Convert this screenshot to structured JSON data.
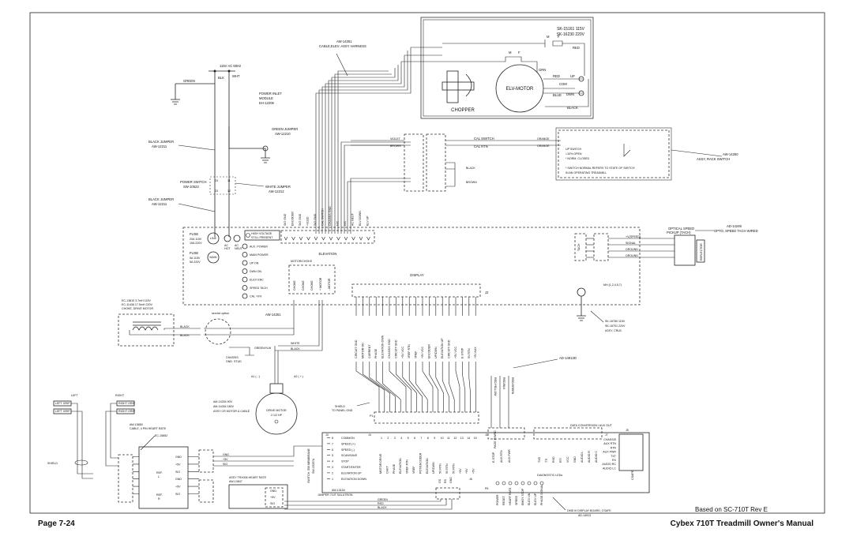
{
  "footer": {
    "page": "Page 7-24",
    "manual": "Cybex 710T Treadmill Owner's Manual",
    "based_on": "Based on SC-710T Rev E"
  },
  "motor_box": {
    "part_numbers": [
      "SK-15161 115V",
      "SK-16230 220V"
    ],
    "elv_motor": "ELV-MOTOR",
    "chopper": "CHOPPER",
    "wires": {
      "m": "M",
      "f": "F",
      "red": "RED",
      "grn": "GRN",
      "com": "COM",
      "blue": "BLUE",
      "black": "BLACK",
      "up": "UP",
      "dwn": "DWN"
    }
  },
  "harness": {
    "part": "AW-14251",
    "desc": "CABLE,ELEV. ASSY HARNESS"
  },
  "power": {
    "ac": "115V AC 60Hz",
    "blk": "BLK",
    "wht": "WHT",
    "green": "GREEN",
    "inlet": [
      "POWER INLET",
      "MODULE",
      "EH-12206"
    ],
    "green_jumper": [
      "GREEN JUMPER",
      "AW-12210"
    ],
    "black_jumper_top": [
      "BLACK JUMPER",
      "AW-12211"
    ],
    "power_switch": [
      "POWER SWITCH",
      "SW-10523"
    ],
    "white_jumper": [
      "WHITE JUMPER",
      "AW-12212"
    ],
    "black_jumper_bot": [
      "BLACK JUMPER",
      "AW-12211"
    ],
    "switch_pins": [
      "24",
      "11",
      "23",
      "12"
    ]
  },
  "cal_switch": {
    "violet": "VIOLET",
    "brown": "BROWN",
    "orange": "ORANGE",
    "cal_switch": "CAL SWITCH",
    "cal_rtn": "CAL RTN",
    "black": "BLACK",
    "brown2": "BROWN",
    "notes": [
      "UP SWITCH",
      "=10% OPEN",
      "* NORM. CLOSED",
      "* SWITCH NORMAL REFERS TO STATE OF SWITCH",
      "IN AN OPERATING TREADMILL"
    ],
    "part": [
      "AW-14250",
      "ASSY, RACK SWITCH"
    ]
  },
  "controller": {
    "elevation_pins": [
      "SIG GND",
      "ENCODER",
      "SIG GND",
      "+VLED",
      "SIG GND",
      "CAL SWITCH",
      "CHASSIS GND",
      "N/C",
      "N/C",
      "AC NEUT",
      "ELV DOWN",
      "ELV UP"
    ],
    "elevation": "ELEVATION",
    "fuse1": [
      "FUSE",
      "20A 115V",
      "15A 220V"
    ],
    "fuse2": [
      "FUSE",
      "5A 115V",
      "5A 220V"
    ],
    "line": "LINE",
    "main": "MAIN",
    "ac_hot": [
      "AC",
      "HOT"
    ],
    "ac_neut": [
      "AC",
      "NEUT"
    ],
    "hv_warning": [
      "HIGH VOLTAGE",
      "STILL PRESENT"
    ],
    "leds": [
      "AUX. POWER",
      "MAIN POWER",
      "UP ON",
      "DWN ON",
      "ELEV ENC",
      "SPEED TACH",
      "CAL =0%"
    ],
    "motor_choke": "MOTOR/CHOKE",
    "choke_pins": [
      "CHOKE",
      "CHOKE",
      "CHOKE",
      "+ MOTOR",
      "- MOTOR"
    ],
    "display": "DISPLAY",
    "j2": "J2",
    "tach": "TACH",
    "mh": "MH (1,2,4,5,7)",
    "part": [
      "SK-15780 115V",
      "SK-15701 220V",
      "ASSY, CRLB"
    ],
    "display_pins": [
      "CIRCUIT GND",
      "MOTOR ON",
      "CURRENT",
      "PHASE",
      "ELEVATION DWN",
      "CHASSIS GND",
      "CIRCUIT GND",
      "+5V VCC",
      "VREF RTN",
      "VREF",
      "+5V VCC",
      "ENCODER",
      "UP/DWN",
      "ELEVATION UP",
      "CIRCUIT GND",
      "+5V VCC",
      "E-STOP",
      "5V RTN",
      "+5V AUX"
    ]
  },
  "optical": {
    "part": [
      "OPTICAL SPEED",
      "PICKUP (TACH)"
    ],
    "part2": [
      "AD-14249",
      "OPTO, SPEED TACH WIRED"
    ],
    "signals": [
      "+V(SPEED)",
      "SIGNAL",
      "GROUND",
      "GROUND"
    ],
    "reflector": "REFLECTOR"
  },
  "choke": {
    "part": [
      "EC-13810 3.7mH 115V",
      "EC-11436 17.5mH 220V",
      "CHOKE, DRIVE MOTOR"
    ],
    "black1": "BLACK",
    "black2": "BLACK",
    "service": "service option",
    "aw14251": "AW-14251",
    "chassis": [
      "CHASSIS",
      "GND. STUD"
    ],
    "green_yellow": "GREEN/YLW",
    "white": "WHITE",
    "black3": "BLACK"
  },
  "drive_motor": {
    "a1m": "A1 ( - )",
    "a1p": "A2 ( + )",
    "label": [
      "DRIVE MOTOR",
      "2.1/2 HP"
    ],
    "part": [
      "AM-14254 90V",
      "AM-14264 180V",
      "ASSY CR MOTOR & CABLE"
    ]
  },
  "display_board": {
    "ad": "AD-14913D",
    "shield": [
      "SHIELD",
      "TO PANEL GND"
    ],
    "p1": "P1",
    "j4": "J4",
    "j1": "J1",
    "j7": "J7",
    "j5": "J5",
    "j6": "J6",
    "p6": "P6",
    "j3": "J3",
    "keypad_keys": [
      "COMMON",
      "SPEED (+)",
      "SPEED (-)",
      "SCAN/SAVE",
      "STOP",
      "START/ENTER",
      "ELEVATION UP",
      "ELEVATION DOWN"
    ],
    "keypad_num": [
      "8",
      "7",
      "6",
      "5",
      "4",
      "3",
      "2",
      "1"
    ],
    "membrane": [
      "SWITCH, 550 MEMBRANE",
      "SW-15357A"
    ],
    "j4_labels": [
      "MOTOR DRIVE",
      "CHKT",
      "PHASE",
      "ELEVATION",
      "VREF RTN",
      "VREF",
      "POT/ENCODER",
      "ELEVATION",
      "UP/DWN",
      "5V RTN",
      "5V RTN",
      "5V RTN",
      "+5V",
      "+5V",
      "+5V"
    ],
    "aux_hdr": "DATA CONVERSION / AUX OUT",
    "j1_labels": [
      "E-STOP",
      "AUX RTN",
      "AUX PWR"
    ],
    "j7_labels": [
      "TXD",
      "TTI",
      "RXD",
      "RTI",
      "VCC",
      "GND",
      "AUDIO L",
      "AUDIO R",
      "AUDIO C"
    ],
    "j5_labels": [
      "CHASSIS",
      "AUX RTN",
      "RTR",
      "AUX PWR",
      "TXT",
      "RX",
      "AUDIO RC",
      "AUDIO LC"
    ],
    "csafe": "CSAFE CONNECTOR",
    "diag": "DIAGNOSTIC LEDs",
    "diag_leds": [
      "POWER",
      "RESET",
      "HEART RATE",
      "SPEED",
      "EMGY STOP",
      "ELEV UN",
      "ELEV UP",
      "PHASE SIGNAL"
    ],
    "j6_pins": [
      "GS",
      "RS",
      "GND"
    ],
    "part": [
      "DMD III DISPLAY BOARD, CSAFE",
      "AD-14913"
    ],
    "red_yellow": "RED/YELLOW",
    "red_black": "RED/BLK",
    "red_green": "RED/GREEN",
    "aux_pwr": "PAGE P/WRD"
  },
  "heart_rate": {
    "left": "LEFT",
    "right": "RIGHT",
    "left_grip": "LEFT GRIP",
    "right_grip": "RIGHT GRIP",
    "cable": [
      "AW-15850",
      "CABLE, 4 PIN HEART RATE"
    ],
    "ec": "EC-15852",
    "shield": "SHIELD",
    "rows": [
      "GND",
      "+5V",
      "SIG",
      "GND",
      "+5V",
      "SIG"
    ],
    "ref_l": [
      "REF.",
      "L"
    ],
    "ref_r": [
      "REF.",
      "R"
    ],
    "assy": [
      "ASSY TRX006 HEART RATE",
      "AW-13847"
    ],
    "jumper": [
      "AW-13154",
      "JUMPER 710T SALUTRON"
    ],
    "outs": [
      "GND",
      "+5V",
      "SIG"
    ],
    "green": "GREEN",
    "red": "RED",
    "black": "BLACK"
  }
}
